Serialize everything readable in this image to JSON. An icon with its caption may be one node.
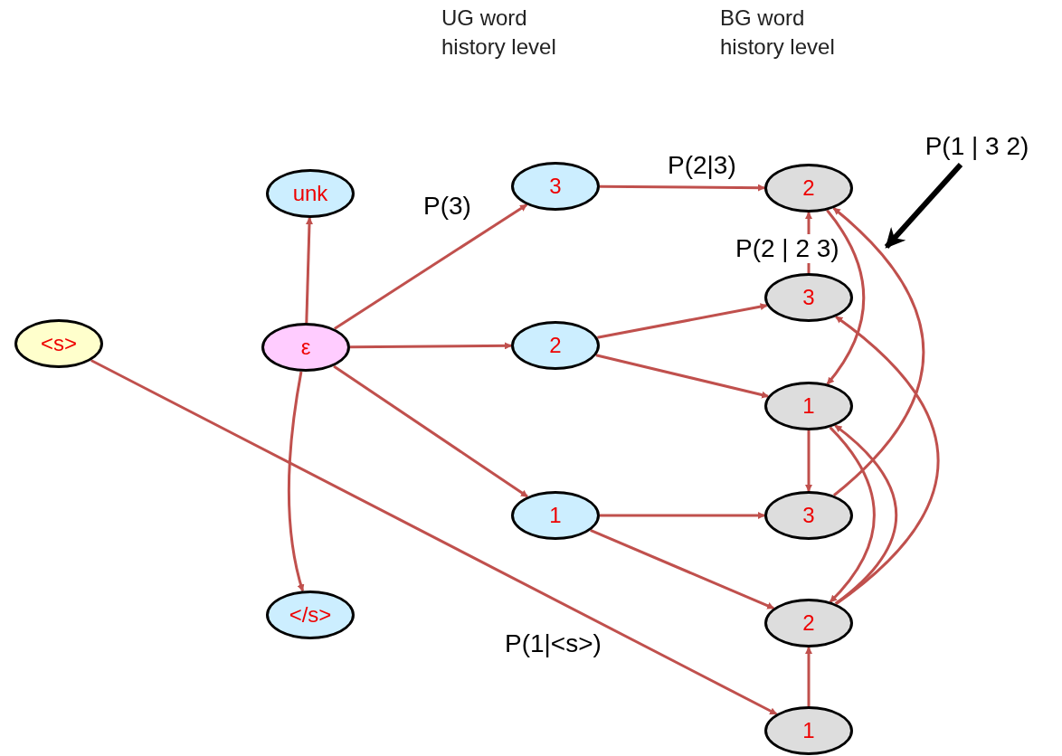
{
  "diagram": {
    "nodes": [
      {
        "text": [
          "<s>"
        ]
      },
      {
        "text": [
          "unk"
        ]
      },
      {
        "text": [
          "ε"
        ]
      },
      {
        "text": [
          "</s>"
        ]
      },
      {
        "text": [
          "3"
        ]
      },
      {
        "text": [
          "2"
        ]
      },
      {
        "text": [
          "1"
        ]
      },
      {
        "text": [
          "2"
        ]
      },
      {
        "text": [
          "3"
        ]
      },
      {
        "text": [
          "1"
        ]
      },
      {
        "text": [
          "3"
        ]
      },
      {
        "text": [
          "2"
        ]
      },
      {
        "text": [
          "1"
        ]
      },
      {
        "text": [
          "P(1 | 3 2)"
        ]
      }
    ],
    "edges": [
      {
        "from": 2,
        "to": 1,
        "arrow": "to"
      },
      {
        "from": 2,
        "to": 4,
        "arrow": "to",
        "label": "P(3)"
      },
      {
        "from": 2,
        "to": 5,
        "arrow": "to"
      },
      {
        "from": 2,
        "to": 6,
        "arrow": "to"
      },
      {
        "from": 2,
        "to": 3,
        "arrow": "to"
      },
      {
        "from": 0,
        "to": 12,
        "arrow": "to",
        "label": "P(1|<s>)"
      },
      {
        "from": 4,
        "to": 7,
        "arrow": "to",
        "label": "P(2|3)"
      },
      {
        "from": 5,
        "to": 8,
        "arrow": "to"
      },
      {
        "from": 5,
        "to": 9,
        "arrow": "to"
      },
      {
        "from": 6,
        "to": 10,
        "arrow": "to"
      },
      {
        "from": 6,
        "to": 11,
        "arrow": "to"
      },
      {
        "from": 8,
        "to": 7,
        "arrow": "to",
        "label": "P(2 | 2 3)"
      },
      {
        "from": 9,
        "to": 10,
        "arrow": "to"
      },
      {
        "from": 12,
        "to": 11,
        "arrow": "to"
      },
      {
        "from": 7,
        "to": 9,
        "arrow": "to"
      },
      {
        "from": 10,
        "to": 7,
        "arrow": "to"
      },
      {
        "from": 9,
        "to": 11,
        "arrow": "to"
      },
      {
        "from": 11,
        "to": 9,
        "arrow": "to"
      },
      {
        "from": 11,
        "to": 8,
        "arrow": "to"
      },
      {
        "from": 13,
        "to": null,
        "arrow": "to",
        "style": "thick",
        "color": "#000000"
      }
    ],
    "labels": [
      "UG word history level",
      "BG word history level"
    ]
  }
}
